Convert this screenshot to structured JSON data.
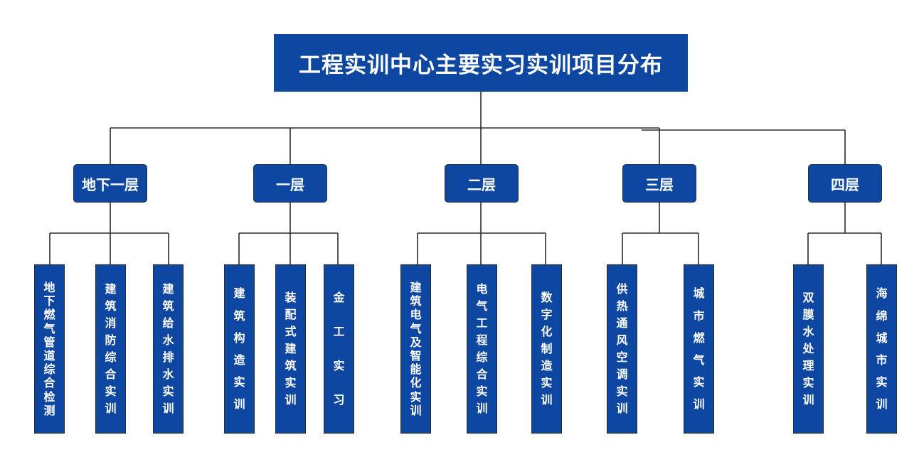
{
  "title": "工程实训中心主要实习实训项目分布",
  "colors": {
    "box_fill": "#0d47a1",
    "text": "#ffffff",
    "connector": "#2b2b2b"
  },
  "floors": [
    {
      "label": "地下一层",
      "items": [
        "地下燃气管道综合检测",
        "建筑消防综合实训",
        "建筑给水排水实训"
      ]
    },
    {
      "label": "一层",
      "items": [
        "建筑构造实训",
        "装配式建筑实训",
        "金工实习"
      ]
    },
    {
      "label": "二层",
      "items": [
        "建筑电气及智能化实训",
        "电气工程综合实训",
        "数字化制造实训"
      ]
    },
    {
      "label": "三层",
      "items": [
        "供热通风空调实训",
        "城市燃气实训"
      ]
    },
    {
      "label": "四层",
      "items": [
        "双膜水处理实训",
        "海绵城市实训"
      ]
    }
  ]
}
